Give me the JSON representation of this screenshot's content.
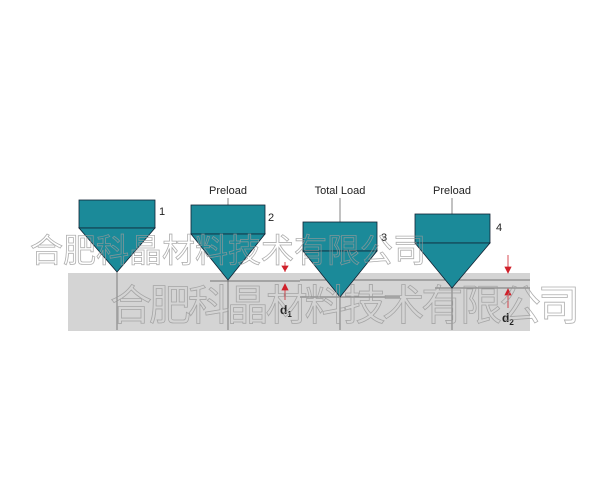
{
  "labels": {
    "step1": "1",
    "step2": "2",
    "step3": "3",
    "step4": "4",
    "preload_a": "Preload",
    "total_load": "Total Load",
    "preload_b": "Preload",
    "d1": "d",
    "d1_sub": "1",
    "d2": "d",
    "d2_sub": "2"
  },
  "watermark": "合肥科晶材料技术有限公司",
  "colors": {
    "indenter": "#1b8a99",
    "specimen": "#d4d4d4",
    "arrow": "#d0202a"
  }
}
